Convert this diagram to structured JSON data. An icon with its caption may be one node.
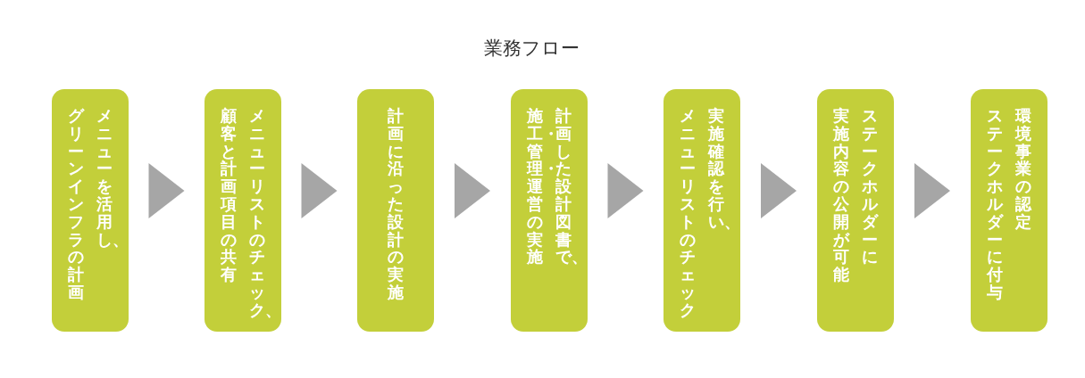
{
  "diagram": {
    "title": "業務フロー",
    "nodes": [
      {
        "text": [
          "メニューを活用し、グリーンインフラの計画"
        ]
      },
      {
        "text": [
          "メニューリストのチェック、顧客と計画項目の共有"
        ]
      },
      {
        "text": [
          "計画に沿った設計の実施"
        ]
      },
      {
        "text": [
          "計画した設計図書で、施工・管理・運営の実施"
        ]
      },
      {
        "text": [
          "実施確認を行い、メニューリストのチェック"
        ]
      },
      {
        "text": [
          "ステークホルダーに実施内容の公開が可能"
        ]
      },
      {
        "text": [
          "環境事業の認定ステークホルダーに付与"
        ]
      }
    ],
    "edges": [
      {
        "from": 0,
        "to": 1,
        "arrow": "to"
      },
      {
        "from": 1,
        "to": 2,
        "arrow": "to"
      },
      {
        "from": 2,
        "to": 3,
        "arrow": "to"
      },
      {
        "from": 3,
        "to": 4,
        "arrow": "to"
      },
      {
        "from": 4,
        "to": 5,
        "arrow": "to"
      },
      {
        "from": 5,
        "to": 6,
        "arrow": "to"
      }
    ]
  }
}
